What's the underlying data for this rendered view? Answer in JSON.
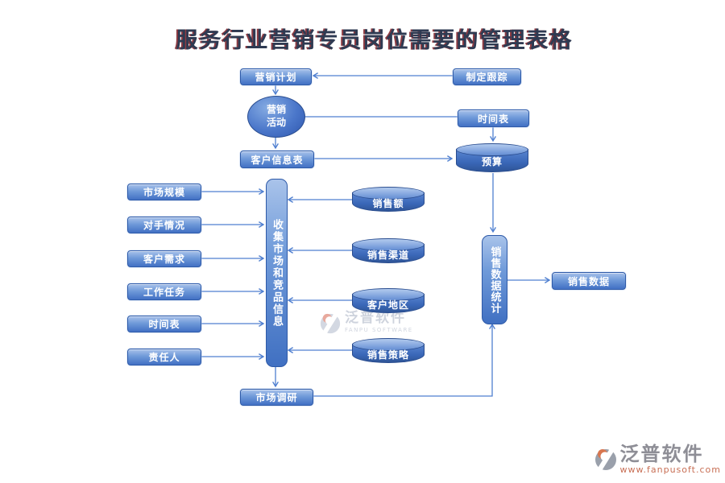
{
  "title": "服务行业营销专员岗位需要的管理表格",
  "nodes": {
    "marketing_plan": {
      "label": "营销计划"
    },
    "make_tracking": {
      "label": "制定跟踪"
    },
    "marketing_activity": {
      "label": "营销活动"
    },
    "schedule_top": {
      "label": "时间表"
    },
    "customer_info": {
      "label": "客户信息表"
    },
    "budget": {
      "label": "预算"
    },
    "left_items": [
      "市场规模",
      "对手情况",
      "客户需求",
      "工作任务",
      "时间表",
      "责任人"
    ],
    "collect_info": {
      "label": "收集市场和竞品信息"
    },
    "cylinders": [
      "销售额",
      "销售渠道",
      "客户地区",
      "销售策略"
    ],
    "sales_stats": {
      "label": "销售数据统计"
    },
    "sales_data": {
      "label": "销售数据"
    },
    "market_research": {
      "label": "市场调研"
    }
  },
  "watermark_center": {
    "brand": "泛普软件",
    "sub": "FANPU SOFTWARE"
  },
  "watermark_corner": {
    "brand": "泛普软件",
    "url": "www.fanpusoft.com"
  },
  "colors": {
    "node_fill_top": "#a7c1ea",
    "node_fill_bottom": "#4674c6",
    "node_border": "#2e5aa8",
    "connector": "#4f7fd0",
    "title_text": "#2e3a52",
    "title_shadow": "#8e3b42",
    "watermark_grey": "#8e8e96",
    "watermark_orange": "#c86f55"
  }
}
